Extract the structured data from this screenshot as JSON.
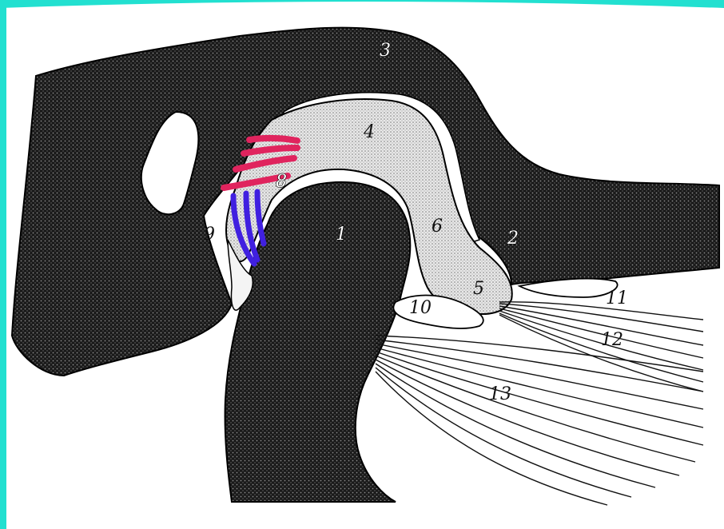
{
  "colors": {
    "frame": "#22e0d0",
    "bone": "#1c1c1c",
    "disc": "#cfcfcf",
    "ligament_red": "#e0245e",
    "ligament_blue": "#4020e0",
    "muscle_line": "#111111",
    "background": "#ffffff"
  },
  "labels": [
    {
      "id": "1",
      "text": "1"
    },
    {
      "id": "2",
      "text": "2"
    },
    {
      "id": "3",
      "text": "3"
    },
    {
      "id": "4",
      "text": "4"
    },
    {
      "id": "5",
      "text": "5"
    },
    {
      "id": "6",
      "text": "6"
    },
    {
      "id": "8",
      "text": "8"
    },
    {
      "id": "9",
      "text": "9"
    },
    {
      "id": "10",
      "text": "10"
    },
    {
      "id": "11",
      "text": "11"
    },
    {
      "id": "12",
      "text": "12"
    },
    {
      "id": "13",
      "text": "13"
    }
  ]
}
